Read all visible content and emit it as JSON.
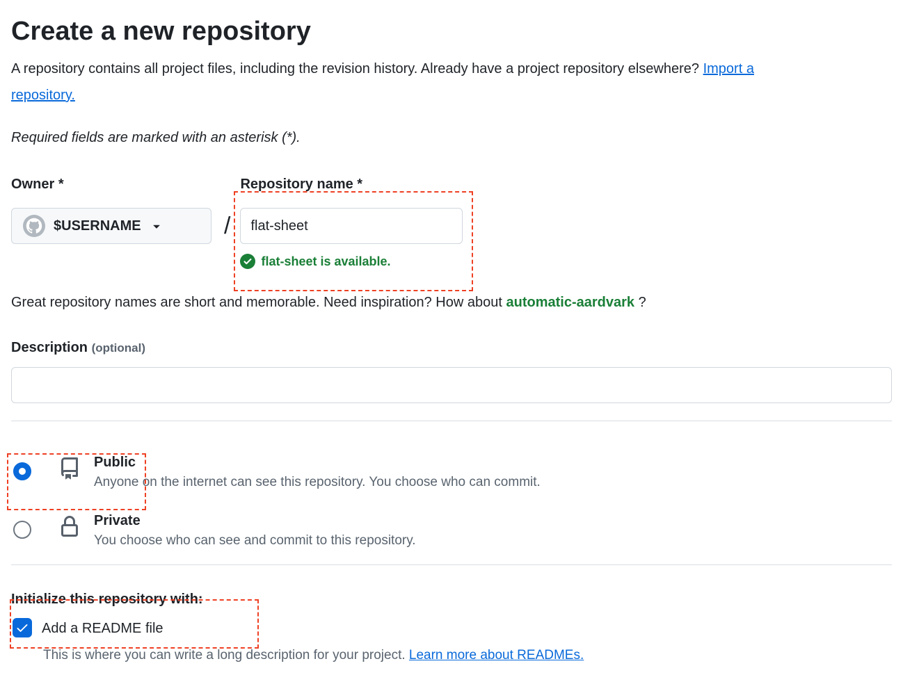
{
  "page": {
    "title": "Create a new repository",
    "intro_text": "A repository contains all project files, including the revision history. Already have a project repository elsewhere? ",
    "import_link": "Import a repository.",
    "required_note": "Required fields are marked with an asterisk (*)."
  },
  "owner_field": {
    "label": "Owner",
    "required_mark": "*",
    "selected_owner": "$USERNAME",
    "separator": "/"
  },
  "repo_name_field": {
    "label": "Repository name",
    "required_mark": "*",
    "value": "flat-sheet",
    "availability_message": "flat-sheet is available."
  },
  "name_suggestion": {
    "text_before": "Great repository names are short and memorable. Need inspiration? How about ",
    "suggested_name": "automatic-aardvark",
    "text_after": " ?"
  },
  "description_field": {
    "label": "Description",
    "optional_note": "(optional)",
    "value": ""
  },
  "visibility": {
    "public": {
      "label": "Public",
      "description": "Anyone on the internet can see this repository. You choose who can commit.",
      "selected": true
    },
    "private": {
      "label": "Private",
      "description": "You choose who can see and commit to this repository.",
      "selected": false
    }
  },
  "initialize_section": {
    "heading": "Initialize this repository with:",
    "readme_label": "Add a README file",
    "readme_checked": true,
    "readme_help_text": "This is where you can write a long description for your project. ",
    "readme_help_link": "Learn more about READMEs."
  },
  "colors": {
    "accent_blue": "#0969da",
    "success_green": "#1a7f37",
    "annotation_red": "#ee4023",
    "text_primary": "#1f2328",
    "text_muted": "#59636e",
    "border": "#d0d7de",
    "divider": "#d8dee4",
    "control_bg": "#f6f8fa",
    "icon_gray": "#57606a"
  }
}
